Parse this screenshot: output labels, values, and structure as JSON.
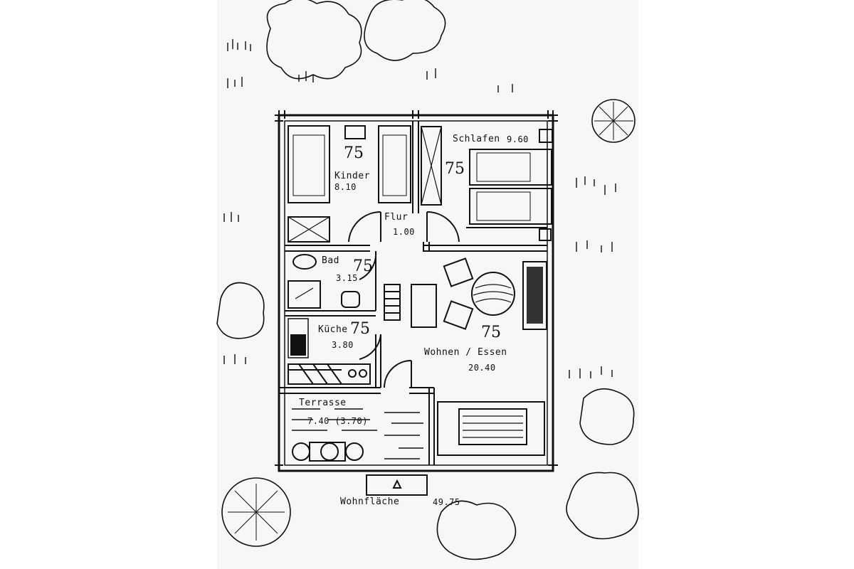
{
  "rooms": {
    "kinder": {
      "name": "Kinder",
      "area": "8.10"
    },
    "schlafen": {
      "name": "Schlafen",
      "area": "9.60"
    },
    "flur": {
      "name": "Flur",
      "area": "1.00"
    },
    "bad": {
      "name": "Bad",
      "area": "3.15"
    },
    "kueche": {
      "name": "Küche",
      "area": "3.80"
    },
    "wohnen": {
      "name": "Wohnen / Essen",
      "area": "20.40"
    },
    "terrasse": {
      "name": "Terrasse",
      "area": "7.40 (3.70)"
    }
  },
  "wohnflaeche": {
    "label": "Wohnfläche",
    "value": "49.75"
  },
  "handwritten_note": "75",
  "colors": {
    "ink": "#111111",
    "paper": "#f7f7f5"
  }
}
